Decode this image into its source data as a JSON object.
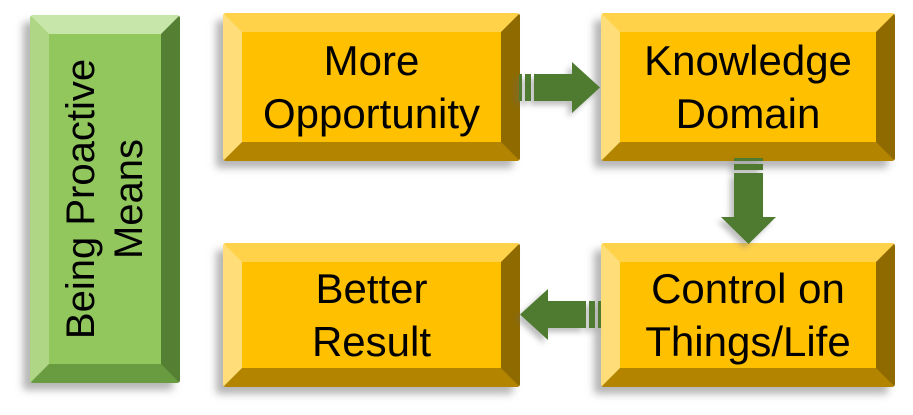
{
  "diagram": {
    "title_box": {
      "label": "Being Proactive Means",
      "line1": "Being Proactive",
      "line2": "Means"
    },
    "nodes": [
      {
        "name": "more-opportunity",
        "line1": "More",
        "line2": "Opportunity"
      },
      {
        "name": "knowledge-domain",
        "line1": "Knowledge",
        "line2": "Domain"
      },
      {
        "name": "control-on-things-life",
        "line1": "Control on",
        "line2": "Things/Life"
      },
      {
        "name": "better-result",
        "line1": "Better",
        "line2": "Result"
      }
    ],
    "arrows": [
      {
        "name": "arrow-more-to-knowledge",
        "direction": "right",
        "from": "More Opportunity",
        "to": "Knowledge Domain"
      },
      {
        "name": "arrow-knowledge-to-control",
        "direction": "down",
        "from": "Knowledge Domain",
        "to": "Control on Things/Life"
      },
      {
        "name": "arrow-control-to-better",
        "direction": "left",
        "from": "Control on Things/Life",
        "to": "Better Result"
      }
    ],
    "colors": {
      "box_face_yellow": "#FFC000",
      "bevel_yellow_top": "#FFD24A",
      "bevel_yellow_left": "#FFDE7A",
      "bevel_yellow_right": "#8E6A00",
      "bevel_yellow_bottom": "#B28400",
      "title_face_green": "#92C75E",
      "bevel_green_top": "#C7E6A9",
      "bevel_green_left": "#AFD684",
      "bevel_green_right": "#557F33",
      "bevel_green_bottom": "#699B40",
      "arrow_green": "#4E7B2F",
      "text_color": "#000000",
      "page_bg": "#FFFFFF"
    }
  }
}
